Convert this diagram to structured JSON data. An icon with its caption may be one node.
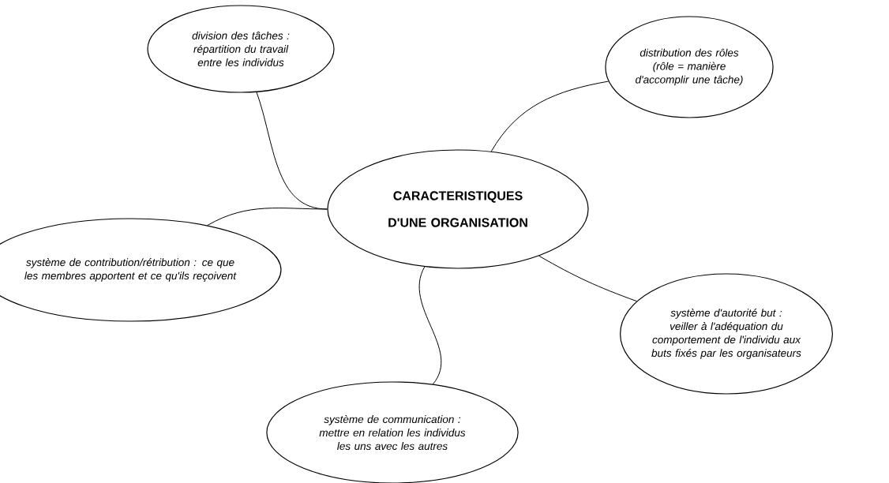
{
  "diagram": {
    "nodes": [
      {
        "text": [
          "division des tâches : répartition du travail entre les individus"
        ]
      },
      {
        "text": [
          "distribution des rôles (rôle = manière d'accomplir une tâche)"
        ]
      },
      {
        "text": [
          "CARACTERISTIQUES D'UNE ORGANISATION"
        ]
      },
      {
        "text": [
          "système de contribution/rétribution : ce que les membres apportent et ce qu'ils reçoivent"
        ]
      },
      {
        "text": [
          "système d'autorité but : veiller à l'adéquation du comportement de l'individu aux buts fixés par les organisateurs"
        ]
      },
      {
        "text": [
          "système de communication : mettre en relation les individus les uns avec les autres"
        ]
      }
    ],
    "edges": [
      {
        "from": 2,
        "to": 0,
        "arrow": "none"
      },
      {
        "from": 2,
        "to": 1,
        "arrow": "none"
      },
      {
        "from": 2,
        "to": 3,
        "arrow": "none"
      },
      {
        "from": 2,
        "to": 4,
        "arrow": "none"
      },
      {
        "from": 2,
        "to": 5,
        "arrow": "none"
      }
    ]
  }
}
